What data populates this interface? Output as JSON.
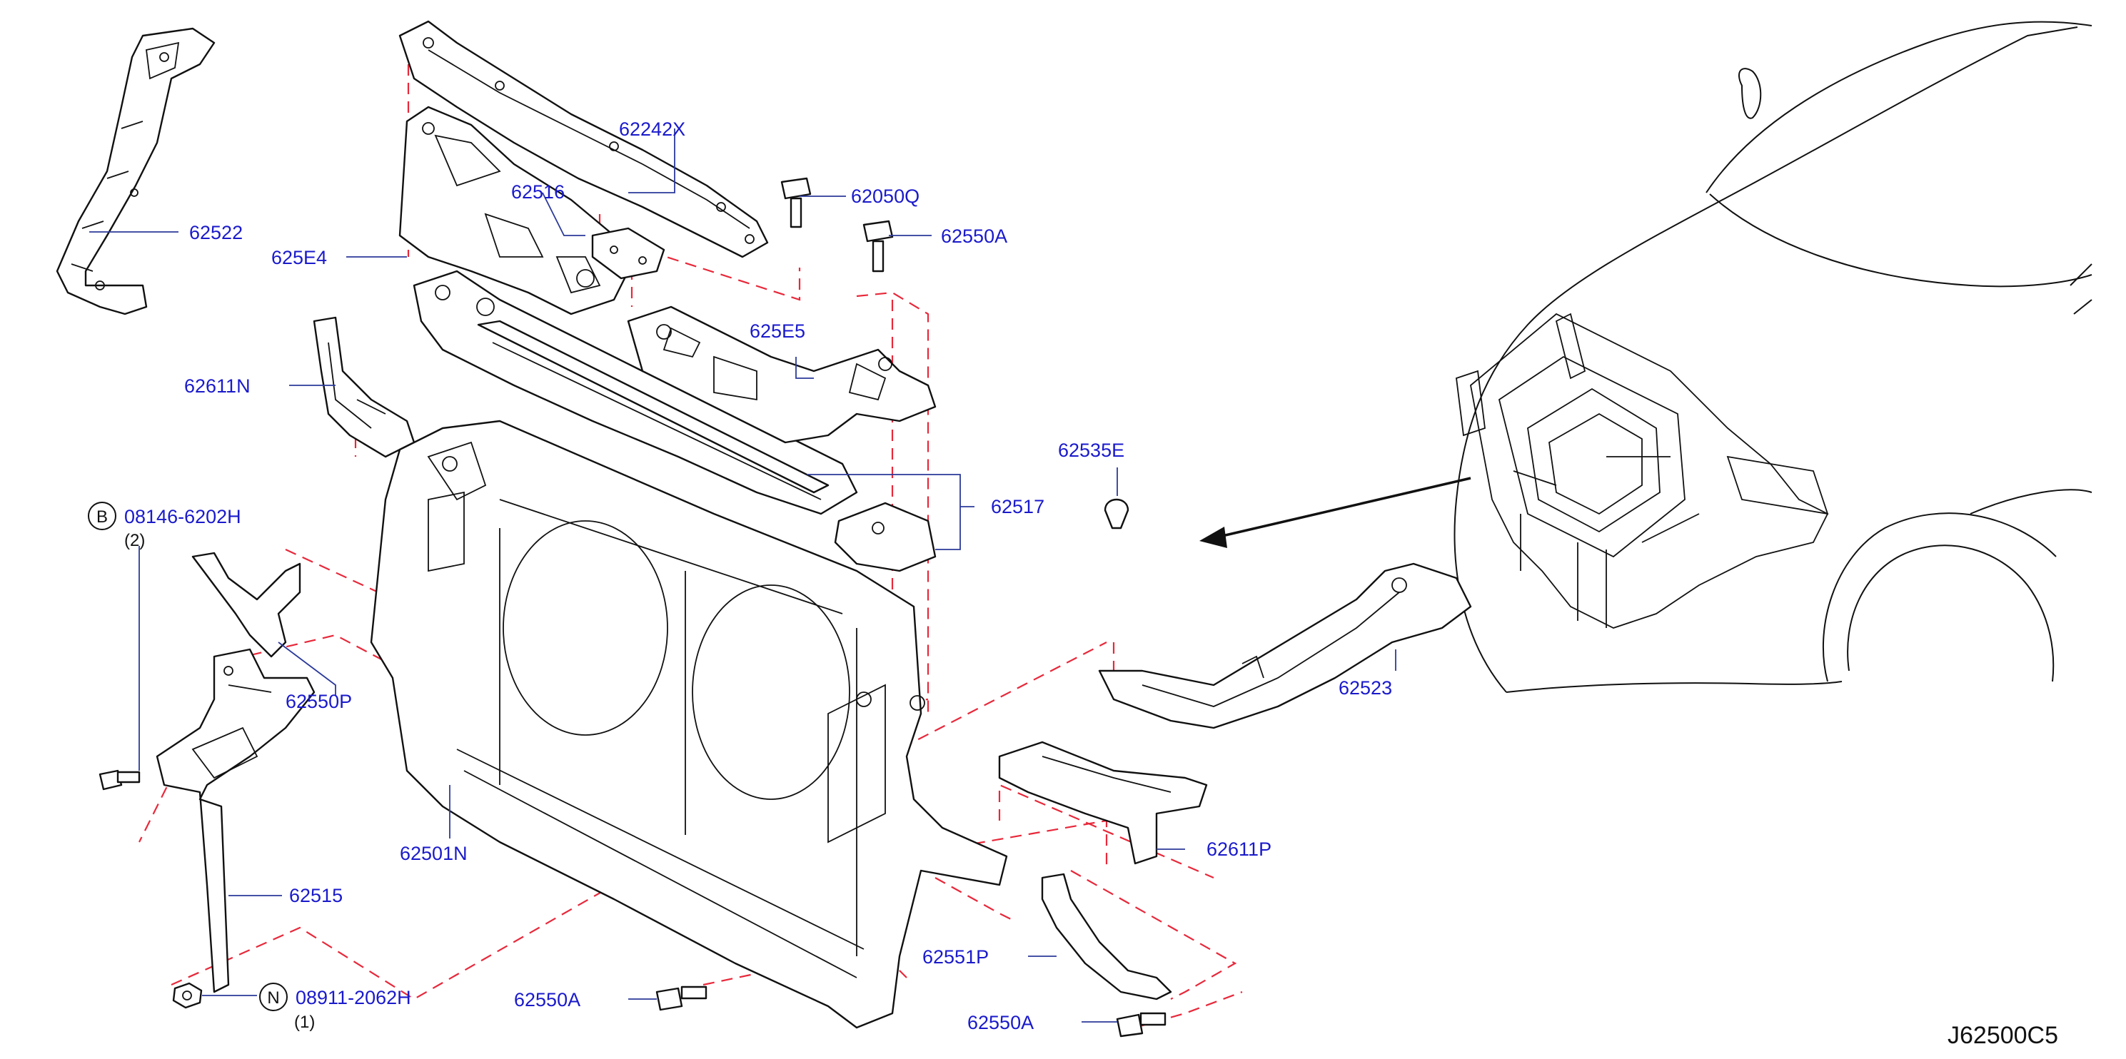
{
  "diagram_id": "J62500C5",
  "colors": {
    "label": "#1a1acc",
    "leader": "#2b3a9a",
    "dashed_line": "#e8283a",
    "linework": "#111111"
  },
  "labels": {
    "p62522": "62522",
    "p625E4": "625E4",
    "p62242X": "62242X",
    "p62516": "62516",
    "p62050Q": "62050Q",
    "p62550A_top": "62550A",
    "p625E5": "625E5",
    "p62611N": "62611N",
    "p62535E": "62535E",
    "p62517": "62517",
    "p08146": "08146-6202H",
    "p08146_qty": "(2)",
    "p62550P": "62550P",
    "p62523": "62523",
    "p62501N": "62501N",
    "p62611P": "62611P",
    "p62515": "62515",
    "p62551P": "62551P",
    "p08911": "08911-2062H",
    "p08911_qty": "(1)",
    "p62550A_bl": "62550A",
    "p62550A_br": "62550A",
    "circle_B": "B",
    "circle_N": "N"
  }
}
